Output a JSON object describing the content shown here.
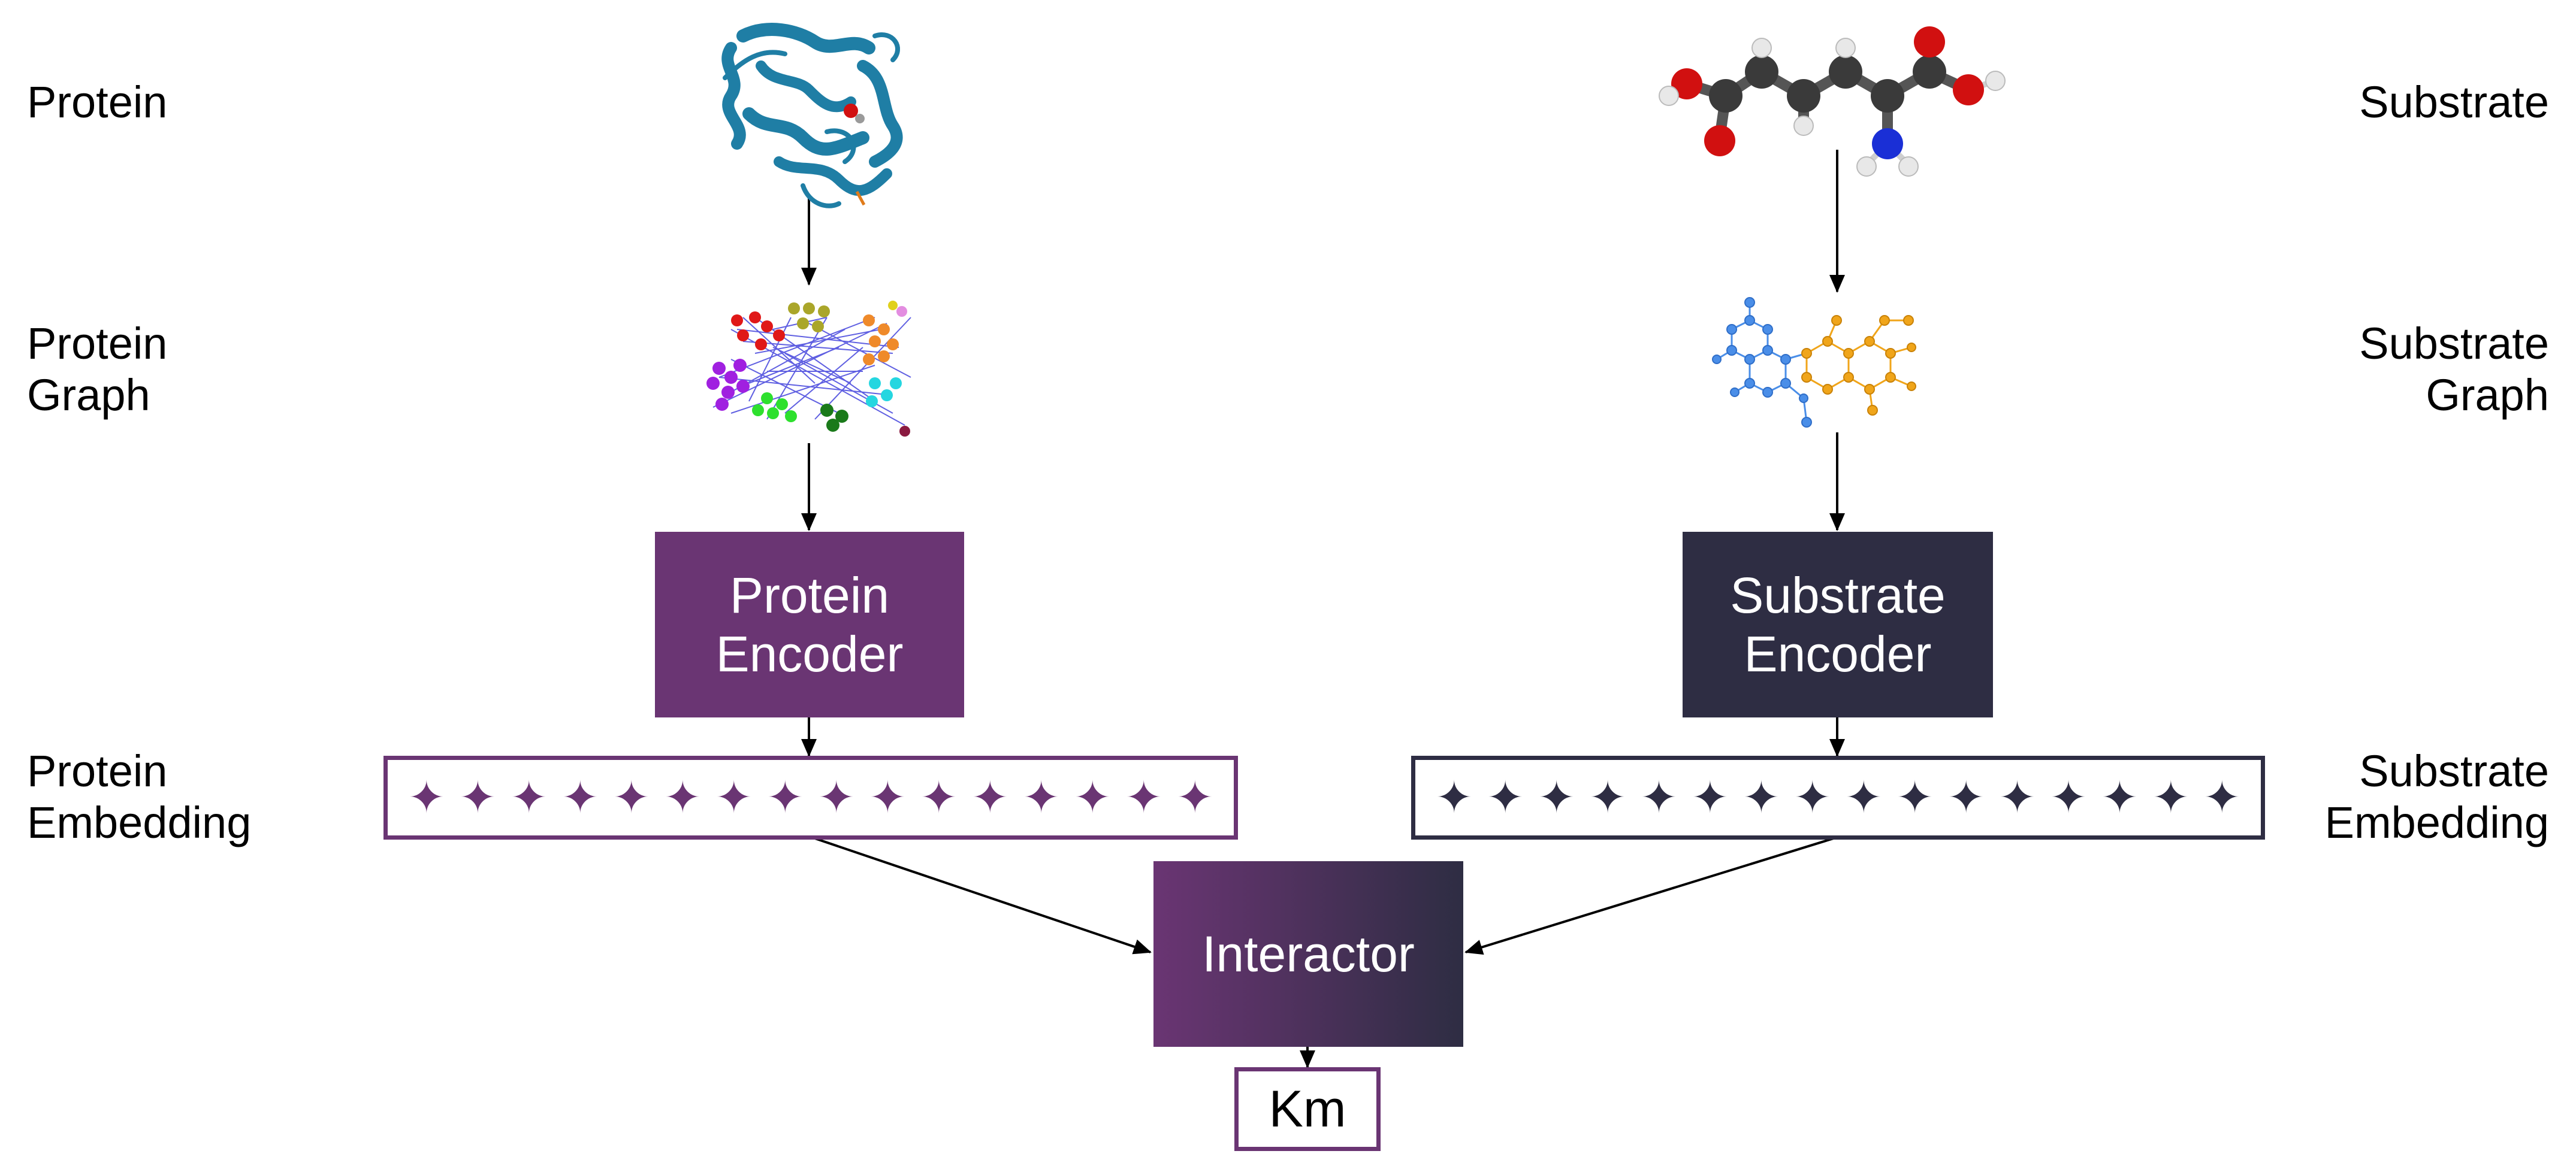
{
  "colors": {
    "protein_accent": "#6a3573",
    "substrate_accent": "#2e2d43",
    "ribbon": "#1f7ea5",
    "atom_carbon": "#3a3a3a",
    "atom_oxygen": "#d11010",
    "atom_nitrogen": "#1a2fd6",
    "atom_hydrogen": "#e8e8e8",
    "graph_blue": "#4a8ee8",
    "graph_orange": "#f0a51a"
  },
  "labels": {
    "protein": "Protein",
    "protein_graph_line1": "Protein",
    "protein_graph_line2": "Graph",
    "protein_embedding_line1": "Protein",
    "protein_embedding_line2": "Embedding",
    "substrate": "Substrate",
    "substrate_graph_line1": "Substrate",
    "substrate_graph_line2": "Graph",
    "substrate_embedding_line1": "Substrate",
    "substrate_embedding_line2": "Embedding"
  },
  "nodes": {
    "protein_encoder_line1": "Protein",
    "protein_encoder_line2": "Encoder",
    "substrate_encoder_line1": "Substrate",
    "substrate_encoder_line2": "Encoder",
    "interactor": "Interactor",
    "output": "Km"
  },
  "embedding": {
    "glyph": "✦",
    "protein_count": 16,
    "substrate_count": 16
  },
  "icons": {
    "protein_structure": "protein-ribbon-icon",
    "substrate_molecule": "ball-and-stick-molecule-icon",
    "protein_graph": "network-graph-icon",
    "substrate_graph": "molecular-graph-icon"
  }
}
